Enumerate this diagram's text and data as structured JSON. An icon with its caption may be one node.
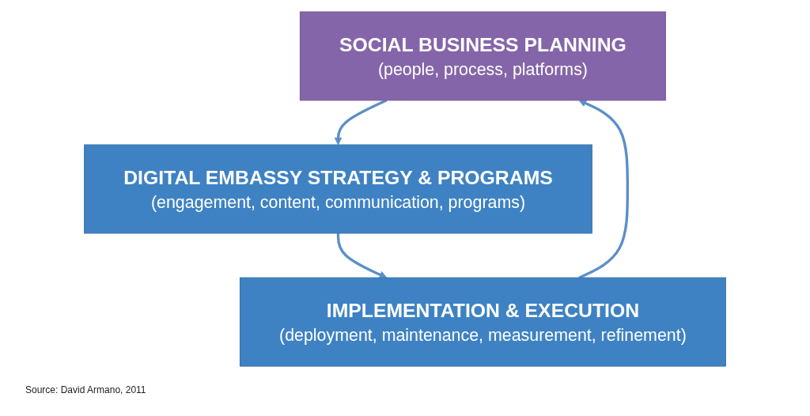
{
  "diagram": {
    "caption": "Source: David Armano, 2011",
    "nodes": [
      {
        "text": [
          "SOCIAL BUSINESS PLANNING",
          "(people, process, platforms)"
        ]
      },
      {
        "text": [
          "DIGITAL EMBASSY STRATEGY & PROGRAMS",
          "(engagement, content, communication, programs)"
        ]
      },
      {
        "text": [
          "IMPLEMENTATION & EXECUTION",
          "(deployment, maintenance, measurement, refinement)"
        ]
      }
    ],
    "edges": [
      {
        "from": 0,
        "to": 1,
        "arrow": "to"
      },
      {
        "from": 1,
        "to": 2,
        "arrow": "to"
      },
      {
        "from": 2,
        "to": 0,
        "arrow": "to"
      }
    ]
  }
}
